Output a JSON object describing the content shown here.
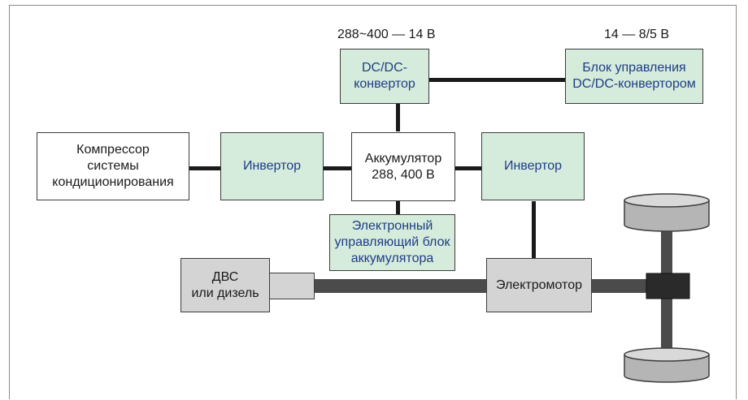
{
  "voltages": {
    "dcdc": "288~400 — 14 В",
    "control": "14 — 8/5 В"
  },
  "blocks": {
    "dcdc": "DC/DC-\nконвертор",
    "dcdc_control": "Блок управления\nDC/DC-конвертором",
    "compressor": "Компрессор\nсистемы\nкондиционирования",
    "inverter_left": "Инвертор",
    "battery": "Аккумулятор\n288, 400 В",
    "inverter_right": "Инвертор",
    "battery_ecu": "Электронный\nуправляющий блок\nаккумулятора",
    "engine": "ДВС\nили дизель",
    "motor": "Электромотор"
  },
  "colors": {
    "module_fill": "#d5ebdb",
    "module_text": "#1f3d86",
    "mechanical_fill": "#d4d4d4",
    "link": "#1a1a1a",
    "shaft": "#4b4b4b"
  }
}
